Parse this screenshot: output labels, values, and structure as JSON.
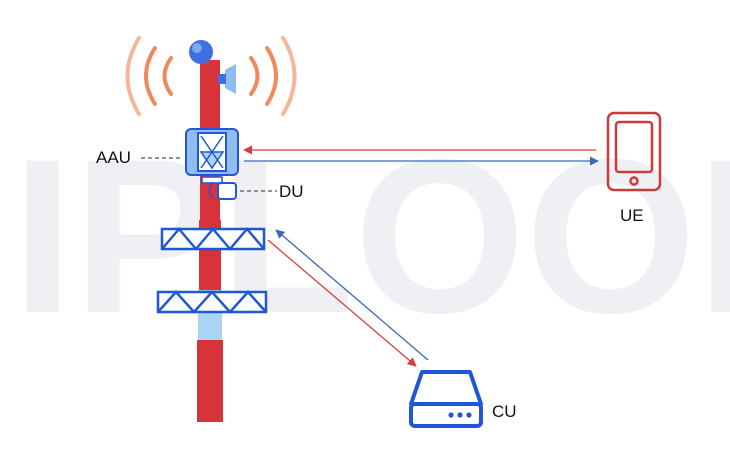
{
  "watermark": "IPLOOK",
  "labels": {
    "aau": "AAU",
    "du": "DU",
    "ue": "UE",
    "cu": "CU"
  },
  "colors": {
    "tower_red": "#d8333a",
    "tower_blue": "#a9d4f2",
    "equipment_blue": "#1f57d6",
    "link_red": "#d93a3a",
    "link_blue": "#3a6ab3",
    "signal_wave": "#f08a5d",
    "phone_outline": "#cc3b3b"
  },
  "icons": {
    "base_station": "cell-tower-icon",
    "ue": "smartphone-icon",
    "cu": "server-box-icon"
  }
}
